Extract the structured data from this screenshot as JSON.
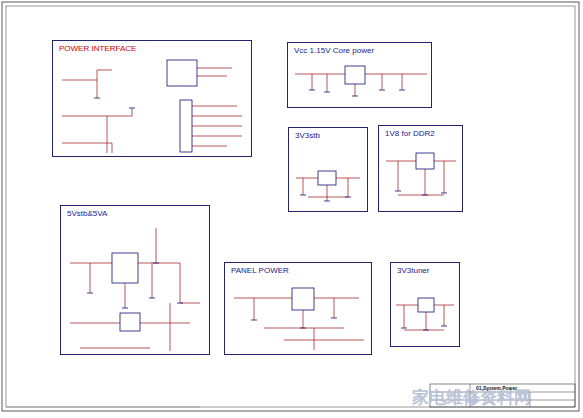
{
  "diagram": {
    "nodes": [
      {
        "text": [
          "POWER INTERFACE"
        ]
      },
      {
        "text": [
          "Vcc 1.15V  Core power"
        ]
      },
      {
        "text": [
          "3V3stb"
        ]
      },
      {
        "text": [
          "1V8 for DDR2"
        ]
      },
      {
        "text": [
          "5Vstb&5VA"
        ]
      },
      {
        "text": [
          "PANEL POWER"
        ]
      },
      {
        "text": [
          "3V3tuner"
        ]
      }
    ],
    "edges": [],
    "labels": [
      "01.System Power",
      "家电维修资料网"
    ]
  }
}
